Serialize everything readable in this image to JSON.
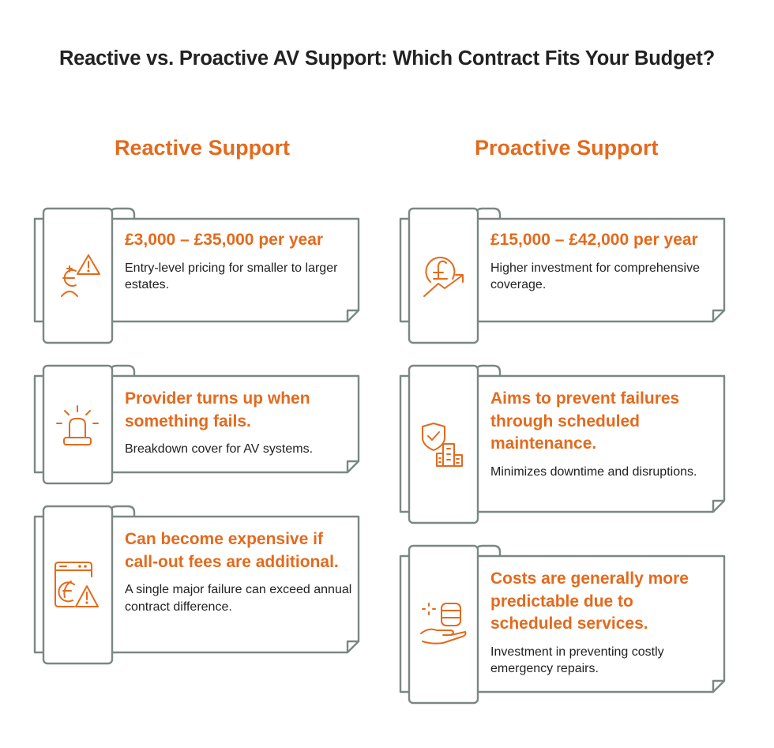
{
  "title": "Reactive vs. Proactive AV Support: Which Contract Fits Your Budget?",
  "colors": {
    "accent": "#e36a1d",
    "frame": "#7b8783",
    "text": "#222222"
  },
  "columns": [
    {
      "heading": "Reactive Support",
      "cards": [
        {
          "icon": "euro-person-warning-icon",
          "headline": "£3,000 – £35,000 per year",
          "description": "Entry-level pricing for smaller to larger estates."
        },
        {
          "icon": "siren-alarm-icon",
          "headline": "Provider turns up when something fails.",
          "description": "Breakdown cover for AV systems."
        },
        {
          "icon": "euro-bill-warning-icon",
          "headline": "Can become expensive if call-out fees are additional.",
          "description": "A single major failure can exceed annual contract difference."
        }
      ]
    },
    {
      "heading": "Proactive Support",
      "cards": [
        {
          "icon": "pound-growth-icon",
          "headline": "£15,000 – £42,000 per year",
          "description": "Higher investment for comprehensive coverage."
        },
        {
          "icon": "shield-buildings-icon",
          "headline": "Aims to prevent failures through scheduled maintenance.",
          "description": "Minimizes downtime and disruptions."
        },
        {
          "icon": "hand-coins-icon",
          "headline": "Costs are generally more predictable due to scheduled services.",
          "description": "Investment in preventing costly emergency repairs."
        }
      ]
    }
  ]
}
